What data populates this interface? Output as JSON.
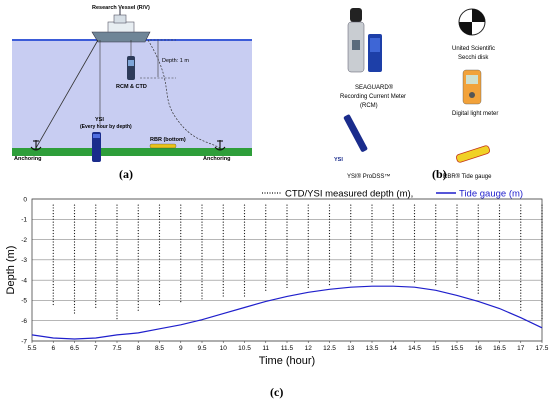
{
  "panel_a": {
    "vessel_label": "Research Vessel (R/V)",
    "depth_label": "Depth: 1 m",
    "rcm_label": "RCM & CTD",
    "ysi_label_1": "YSI",
    "ysi_label_2": "(Every hour by depth)",
    "rbr_label": "RBR (bottom)",
    "anchor_left": "Anchoring",
    "anchor_right": "Anchoring",
    "caption": "(a)"
  },
  "panel_b": {
    "seaguard_1": "SEAGUARD®",
    "seaguard_2": "Recording Current Meter",
    "seaguard_3": "(RCM)",
    "secchi_1": "United Scientific",
    "secchi_2": "Secchi disk",
    "light_meter": "Digital light meter",
    "ysi_name": "YSI® ProDSS™",
    "ysi_logo": "YSI",
    "rbr_name": "RBR® Tide gauge",
    "caption": "(b)"
  },
  "panel_c": {
    "caption": "(c)"
  },
  "colors": {
    "tide": "#1f1fcc",
    "water": "#c8cdf2",
    "ground": "#2e9e3a",
    "sky_line": "#3b5bd8"
  },
  "chart_data": {
    "type": "line",
    "xlabel": "Time (hour)",
    "ylabel": "Depth (m)",
    "xlim": [
      5.5,
      17.5
    ],
    "ylim": [
      -7,
      0
    ],
    "x_ticks": [
      "5.5",
      "6",
      "6.5",
      "7",
      "7.5",
      "8",
      "8.5",
      "9",
      "9.5",
      "10",
      "10.5",
      "11",
      "11.5",
      "12",
      "12.5",
      "13",
      "13.5",
      "14",
      "14.5",
      "15",
      "15.5",
      "16",
      "16.5",
      "17",
      "17.5"
    ],
    "y_ticks": [
      "0",
      "-1",
      "-2",
      "-3",
      "-4",
      "-5",
      "-6",
      "-7"
    ],
    "grid": "horizontal",
    "legend_position": "top-right",
    "series": [
      {
        "name": "CTD/YSI measured depth (m),",
        "style": "dotted-black",
        "x": [
          6,
          6.5,
          7,
          7.5,
          8,
          8.5,
          9,
          9.5,
          10,
          10.5,
          11,
          11.5,
          12,
          12.5,
          13,
          13.5,
          14,
          14.5,
          15,
          15.5,
          16,
          16.5,
          17,
          17.5
        ],
        "max_depth": [
          -5.2,
          -5.7,
          -5.4,
          -5.9,
          -5.6,
          -5.3,
          -5.1,
          -5.0,
          -4.9,
          -4.8,
          -4.6,
          -4.5,
          -4.4,
          -4.3,
          -4.2,
          -4.2,
          -4.2,
          -4.2,
          -4.3,
          -4.5,
          -4.7,
          -5.0,
          -5.6,
          -5.9
        ]
      },
      {
        "name": "Tide gauge (m)",
        "style": "solid-blue",
        "x": [
          5.5,
          6,
          6.5,
          7,
          7.5,
          8,
          8.5,
          9,
          9.5,
          10,
          10.5,
          11,
          11.5,
          12,
          12.5,
          13,
          13.5,
          14,
          14.5,
          15,
          15.5,
          16,
          16.5,
          17,
          17.5
        ],
        "y": [
          -6.7,
          -6.85,
          -6.9,
          -6.85,
          -6.7,
          -6.6,
          -6.4,
          -6.2,
          -5.95,
          -5.65,
          -5.35,
          -5.05,
          -4.8,
          -4.6,
          -4.45,
          -4.35,
          -4.3,
          -4.3,
          -4.35,
          -4.5,
          -4.75,
          -5.05,
          -5.4,
          -5.85,
          -6.35
        ]
      }
    ]
  }
}
